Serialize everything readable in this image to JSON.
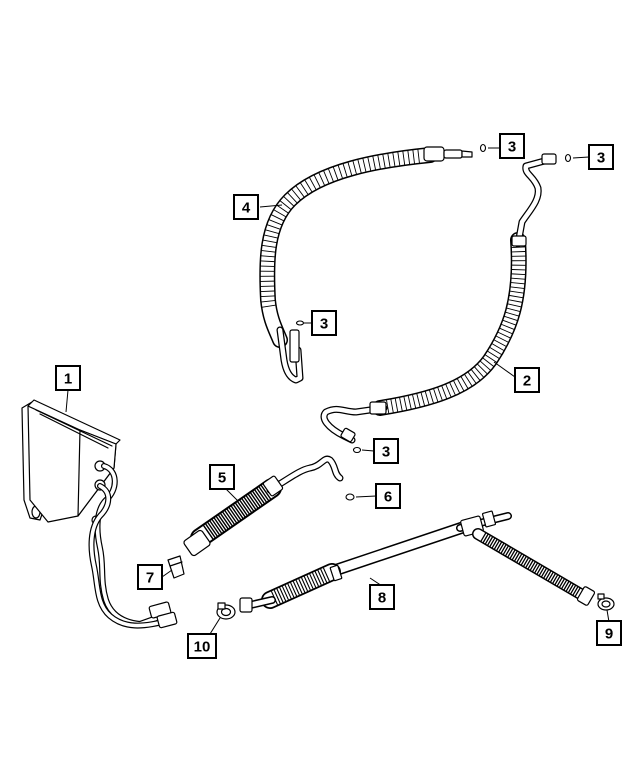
{
  "callouts": [
    {
      "id": "c1",
      "label": "1"
    },
    {
      "id": "c2",
      "label": "2"
    },
    {
      "id": "c3a",
      "label": "3"
    },
    {
      "id": "c3b",
      "label": "3"
    },
    {
      "id": "c3c",
      "label": "3"
    },
    {
      "id": "c3d",
      "label": "3"
    },
    {
      "id": "c4",
      "label": "4"
    },
    {
      "id": "c5",
      "label": "5"
    },
    {
      "id": "c6",
      "label": "6"
    },
    {
      "id": "c7",
      "label": "7"
    },
    {
      "id": "c8",
      "label": "8"
    },
    {
      "id": "c9",
      "label": "9"
    },
    {
      "id": "c10",
      "label": "10"
    }
  ]
}
